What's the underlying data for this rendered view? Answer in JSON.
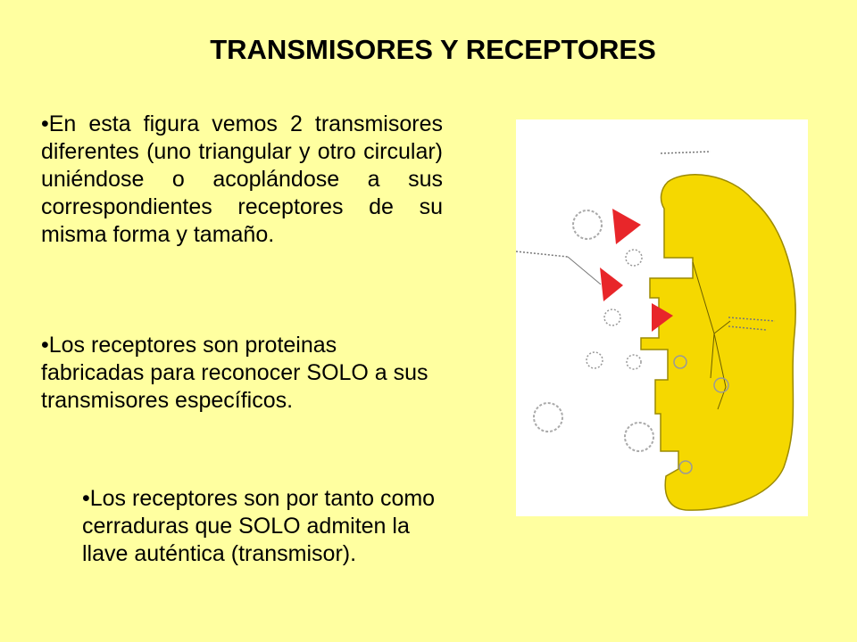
{
  "slide": {
    "title": "TRANSMISORES Y RECEPTORES",
    "paragraphs": [
      "•En esta figura vemos 2 transmisores diferentes (uno triangular y otro circular) uniéndose o acoplándose a sus correspondientes receptores de su misma forma y tamaño.",
      "•Los receptores son proteinas fabricadas para reconocer SOLO a sus transmisores específicos.",
      "•Los receptores son por tanto como cerraduras que SOLO admiten la llave auténtica (transmisor)."
    ]
  },
  "colors": {
    "background": "#FFFFA0",
    "cell": "#F5D800",
    "transmitter_triangle": "#E8262A"
  }
}
